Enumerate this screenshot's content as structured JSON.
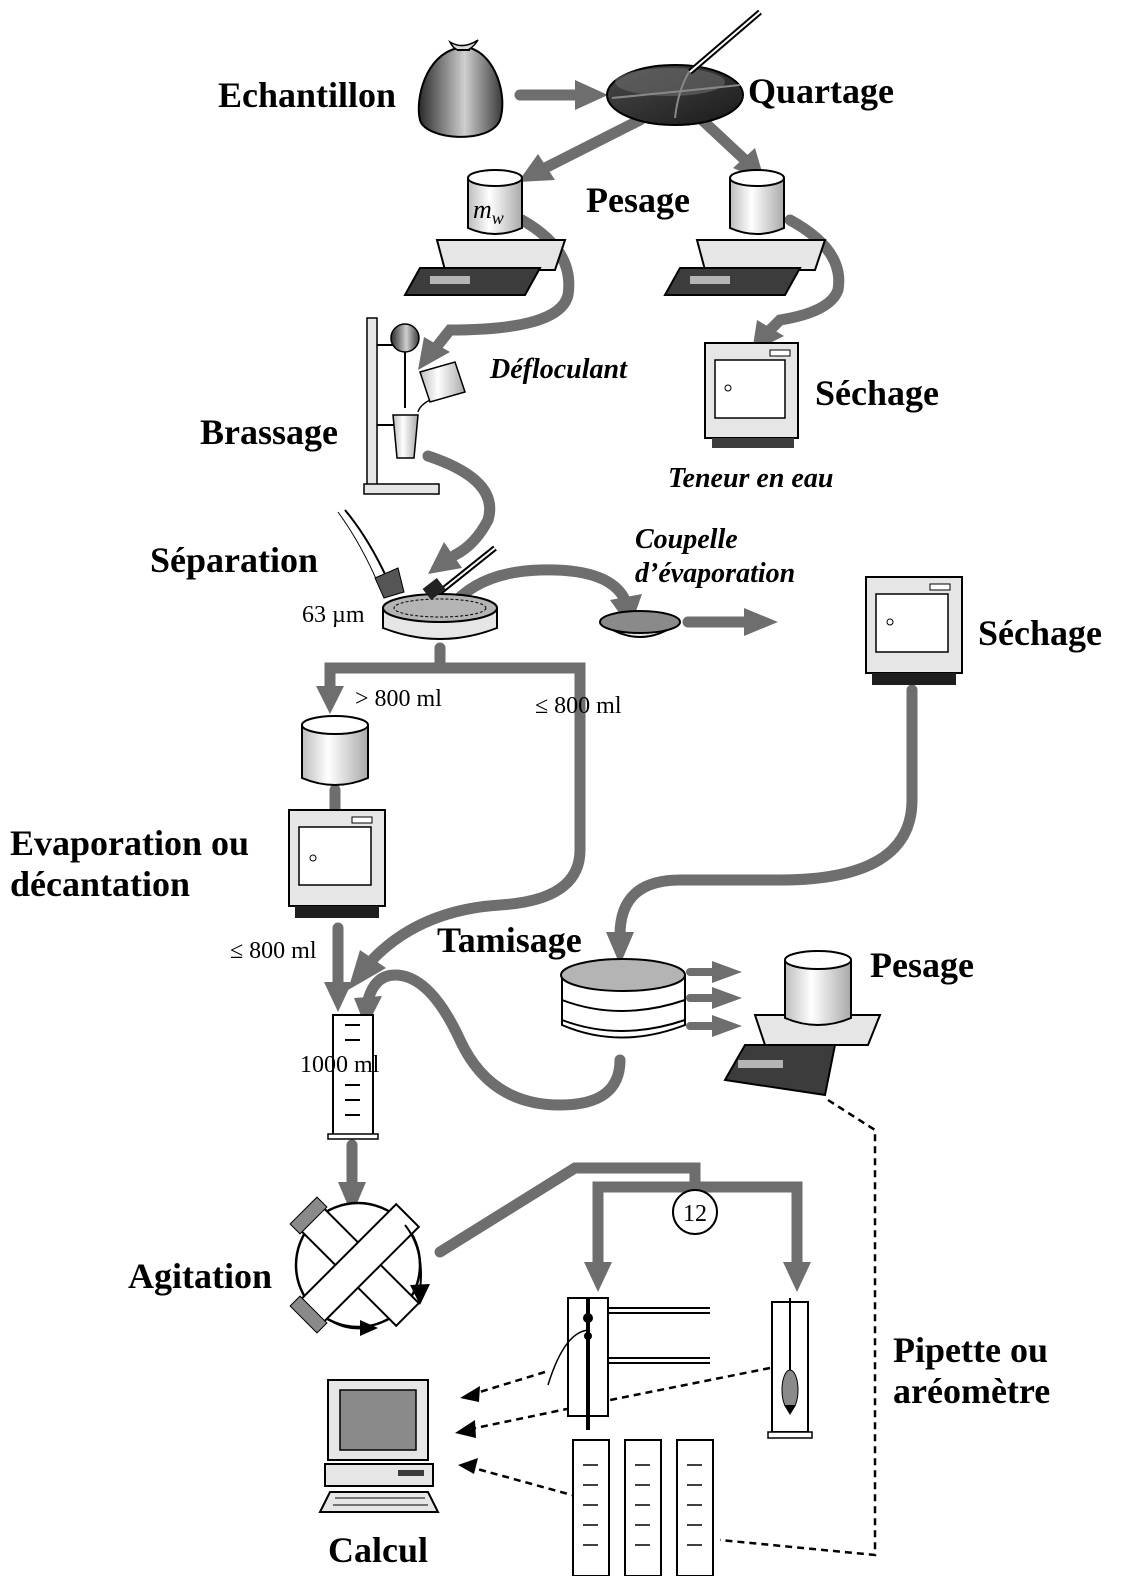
{
  "labels": {
    "echantillon": "Echantillon",
    "quartage": "Quartage",
    "pesage_top": "Pesage",
    "mw": "m",
    "mw_sub": "w",
    "defloculant": "Défloculant",
    "brassage": "Brassage",
    "sechage_top": "Séchage",
    "teneur_en_eau": "Teneur en eau",
    "separation": "Séparation",
    "sieve_size": "63 µm",
    "coupelle_1": "Coupelle",
    "coupelle_2": "d’évaporation",
    "sechage_mid": "Séchage",
    "gt_800": "> 800 ml",
    "le_800_right": "≤ 800 ml",
    "evaporation_1": "Evaporation ou",
    "evaporation_2": "décantation",
    "le_800_left": "≤ 800 ml",
    "tamisage": "Tamisage",
    "pesage_bottom": "Pesage",
    "cylinder_volume": "1000 ml",
    "agitation": "Agitation",
    "step_number": "12",
    "pipette_1": "Pipette ou",
    "pipette_2": "aréomètre",
    "calcul": "Calcul"
  },
  "colors": {
    "flow_arrow": "#6e6e6e",
    "line": "#000000",
    "fill_light": "#e6e6e6",
    "fill_mid": "#b4b4b4",
    "fill_dark": "#3c3c3c"
  }
}
